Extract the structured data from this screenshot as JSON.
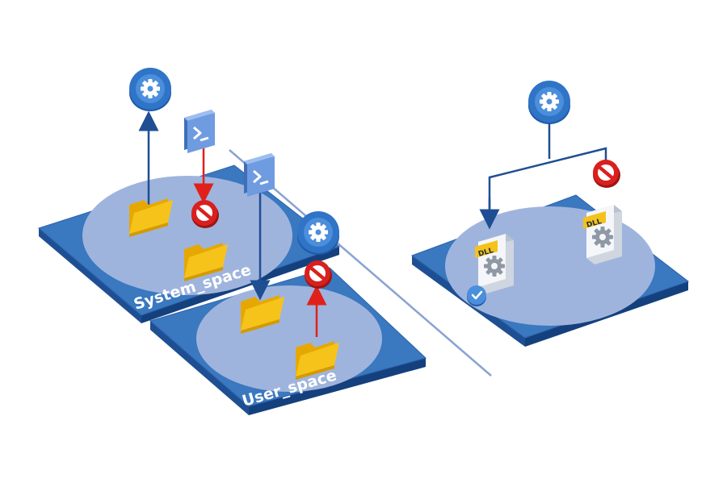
{
  "labels": {
    "system_space": "System_space",
    "user_space": "User_space",
    "dll": "DLL"
  },
  "colors": {
    "platform_top": "#3a78c0",
    "platform_side": "#1f4f93",
    "platform_edge": "#15407e",
    "ellipse": "#9fb4dd",
    "folder": "#f6c31b",
    "folder_back": "#e6a800",
    "allowed_arrow": "#1f4f93",
    "blocked_arrow": "#e0211b",
    "block_icon": "#d9201e",
    "gear_badge": "#2f74c6",
    "terminal": "#5f8fd6",
    "divider": "#8aa3d2",
    "dll_tag": "#f4c219"
  },
  "icons": {
    "service": "gear-icon",
    "terminal": "terminal-icon",
    "blocked": "blocked-icon",
    "folder": "folder-icon",
    "file": "dll-file-icon",
    "verified": "check-icon"
  }
}
